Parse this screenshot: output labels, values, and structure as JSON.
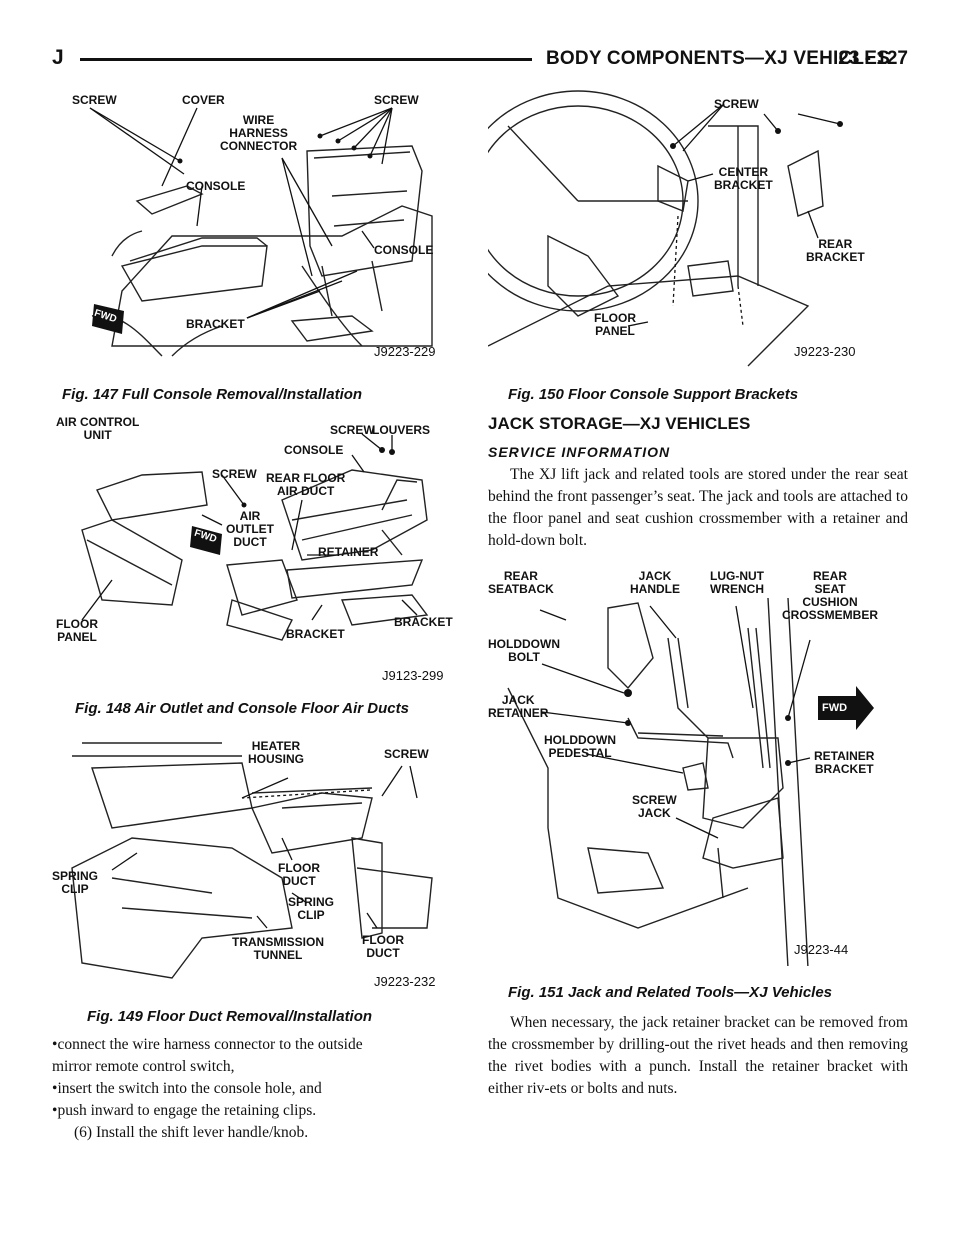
{
  "header": {
    "letter": "J",
    "title": "BODY COMPONENTS—XJ VEHICLES",
    "page": "23 - 127"
  },
  "fig147": {
    "code": "J9223-229",
    "caption": "Fig. 147 Full Console Removal/Installation",
    "labels": {
      "screw1": "SCREW",
      "cover": "COVER",
      "wire": "WIRE\nHARNESS\nCONNECTOR",
      "screw2": "SCREW",
      "console1": "CONSOLE",
      "console2": "CONSOLE",
      "bracket": "BRACKET",
      "fwd": "FWD"
    }
  },
  "fig148": {
    "code": "J9123-299",
    "caption": "Fig. 148 Air Outlet and Console Floor Air Ducts",
    "labels": {
      "acu": "AIR CONTROL\nUNIT",
      "screw1": "SCREW",
      "console": "CONSOLE",
      "louvers": "LOUVERS",
      "screw2": "SCREW",
      "rearfloor": "REAR FLOOR\nAIR DUCT",
      "outlet": "AIR\nOUTLET\nDUCT",
      "retainer": "RETAINER",
      "floor": "FLOOR\nPANEL",
      "bracket1": "BRACKET",
      "bracket2": "BRACKET",
      "fwd": "FWD"
    }
  },
  "fig149": {
    "code": "J9223-232",
    "caption": "Fig. 149 Floor Duct Removal/Installation",
    "labels": {
      "heater": "HEATER\nHOUSING",
      "screw": "SCREW",
      "spring1": "SPRING\nCLIP",
      "floor1": "FLOOR\nDUCT",
      "spring2": "SPRING\nCLIP",
      "trans": "TRANSMISSION\nTUNNEL",
      "floor2": "FLOOR\nDUCT"
    }
  },
  "left_text": {
    "bullets": [
      "connect the wire harness connector to the outside",
      "mirror remote control switch,",
      "insert the switch into the console hole, and",
      "push inward to engage the retaining clips."
    ],
    "step": "(6) Install the shift lever handle/knob."
  },
  "fig150": {
    "code": "J9223-230",
    "caption": "Fig. 150 Floor Console Support Brackets",
    "labels": {
      "screw": "SCREW",
      "center": "CENTER\nBRACKET",
      "rear": "REAR\nBRACKET",
      "floor": "FLOOR\nPANEL"
    }
  },
  "jack": {
    "heading": "JACK STORAGE—XJ VEHICLES",
    "subheading": "SERVICE INFORMATION",
    "para1": "The XJ lift jack and related tools are stored under the rear seat behind the front passenger’s seat. The jack and tools are attached to the floor panel and seat cushion crossmember with a retainer and hold-down bolt.",
    "para2": "When necessary, the jack retainer bracket can be removed from the crossmember by drilling-out the rivet heads and then removing the rivet bodies with a punch. Install the retainer bracket with either riv-ets or bolts and nuts."
  },
  "fig151": {
    "code": "J9223-44",
    "caption": "Fig. 151 Jack and Related Tools—XJ Vehicles",
    "labels": {
      "seatback": "REAR\nSEATBACK",
      "handle": "JACK\nHANDLE",
      "lug": "LUG-NUT\nWRENCH",
      "cross": "REAR\nSEAT\nCUSHION\nCROSSMEMBER",
      "bolt": "HOLDDOWN\nBOLT",
      "retainer": "JACK\nRETAINER",
      "pedestal": "HOLDDOWN\nPEDESTAL",
      "fwd": "FWD",
      "retbracket": "RETAINER\nBRACKET",
      "screwjack": "SCREW\nJACK"
    }
  }
}
